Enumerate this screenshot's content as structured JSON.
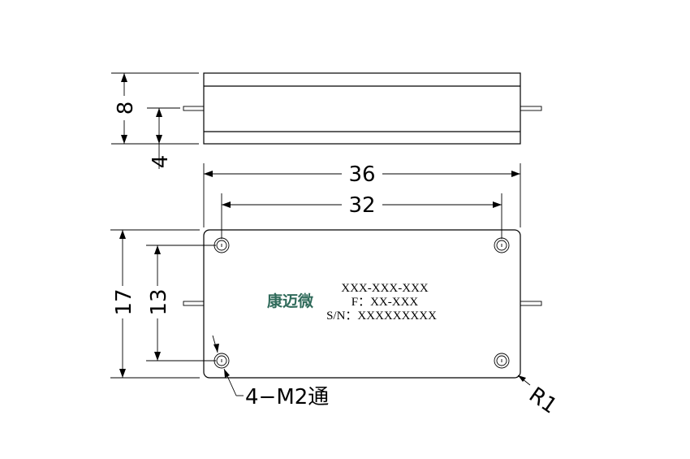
{
  "dimensions": {
    "side_height": "8",
    "pin_height": "4",
    "overall_length": "36",
    "hole_spacing_x": "32",
    "overall_width": "17",
    "hole_spacing_y": "13",
    "hole_note": "4−M2通",
    "corner_radius": "R1"
  },
  "label": {
    "brand": "康迈微",
    "model": "XXX-XXX-XXX",
    "frequency": "F：XX-XXX",
    "serial": "S/N：XXXXXXXXX"
  },
  "colors": {
    "brand": "#2f6a5a",
    "line": "#000000"
  }
}
